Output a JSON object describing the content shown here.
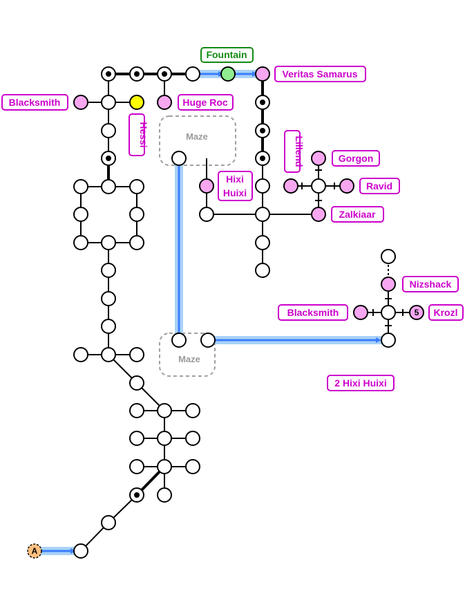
{
  "colors": {
    "npc_label": "#cc00cc",
    "npc_fill": "#f6a7f0",
    "fountain_label": "#138a13",
    "fountain_fill": "#90ee90",
    "hessi_fill": "#ffff00",
    "start_fill": "#ffc080",
    "route": "#3b7dff",
    "route_halo": "#a9d2f7",
    "maze": "#a0a0a0"
  },
  "labels": {
    "fountain": "Fountain",
    "veritas_samarus": "Veritas Samarus",
    "blacksmith_west": "Blacksmith",
    "huge_roc": "Huge Roc",
    "hessi": "Hessi",
    "lillend": "Lillend",
    "gorgon": "Gorgon",
    "ravid": "Ravid",
    "zalkiaar": "Zalkiaar",
    "hixi_huixi_line1": "Hixi",
    "hixi_huixi_line2": "Huixi",
    "nizshack": "Nizshack",
    "blacksmith_east": "Blacksmith",
    "krozl": "Krozl",
    "two_hixi_huixi": "2 Hixi Huixi"
  },
  "mazes": {
    "north": "Maze",
    "south": "Maze"
  },
  "markers": {
    "start": "A",
    "krozl_count": "5"
  },
  "icons": [
    "maze-region",
    "start-marker",
    "route-arrow"
  ]
}
